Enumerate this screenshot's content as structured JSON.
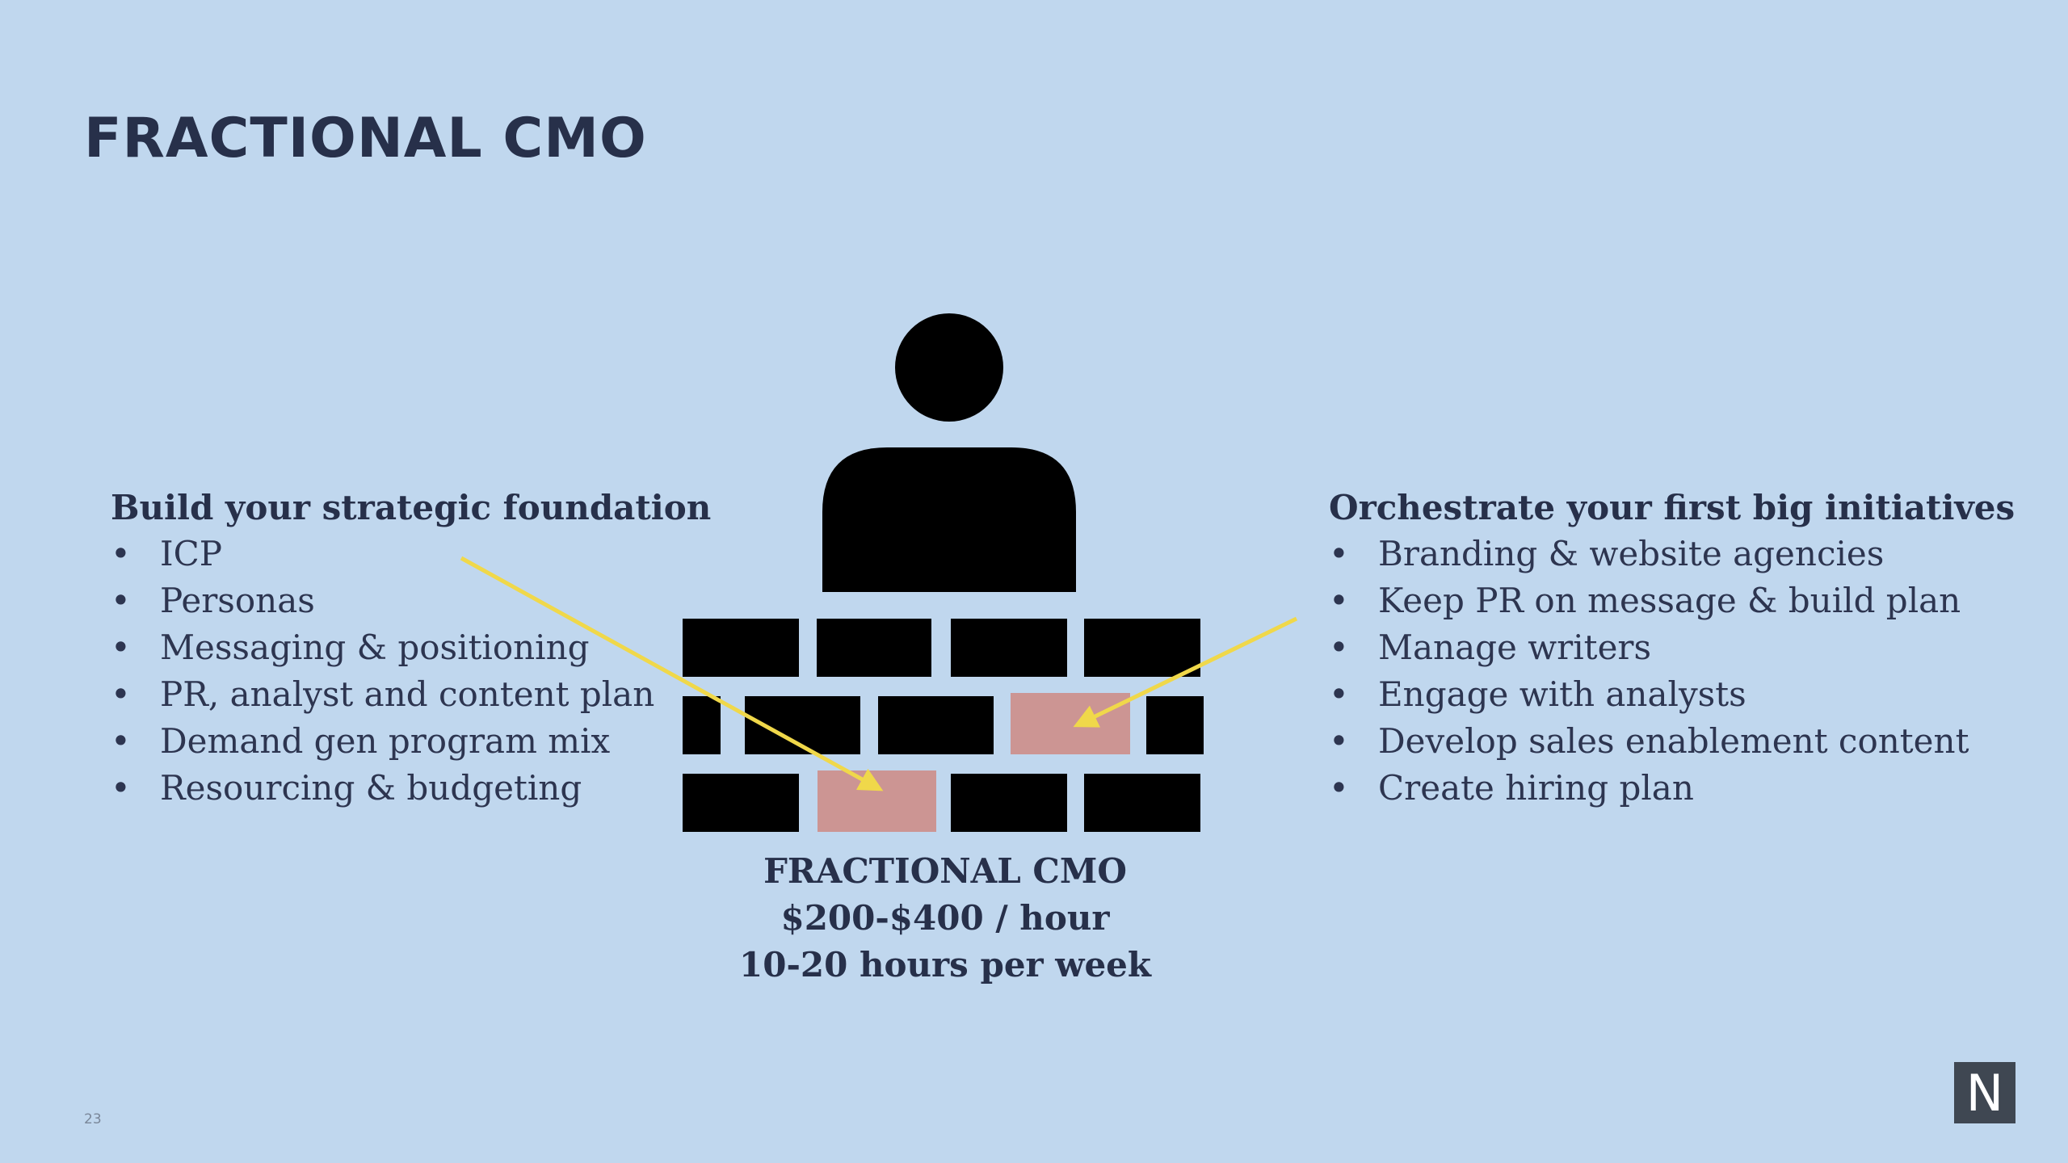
{
  "title": "FRACTIONAL CMO",
  "left": {
    "heading": "Build your strategic foundation",
    "items": [
      "ICP",
      "Personas",
      "Messaging & positioning",
      "PR, analyst and content plan",
      "Demand gen program mix",
      "Resourcing & budgeting"
    ]
  },
  "right": {
    "heading": "Orchestrate your first big initiatives",
    "items": [
      "Branding & website agencies",
      "Keep PR on message & build plan",
      "Manage writers",
      "Engage with analysts",
      "Develop sales enablement content",
      "Create hiring plan"
    ]
  },
  "bullet": "•",
  "caption": {
    "line1": "FRACTIONAL CMO",
    "line2": "$200-$400 / hour",
    "line3": "10-20 hours per week"
  },
  "page_number": "23",
  "logo_letter": "N",
  "colors": {
    "background": "#c0d7ee",
    "text": "#27304a",
    "brick": "#000000",
    "highlight_brick": "#cc9593",
    "arrow": "#f0d84a",
    "logo_bg": "#3f4752"
  }
}
